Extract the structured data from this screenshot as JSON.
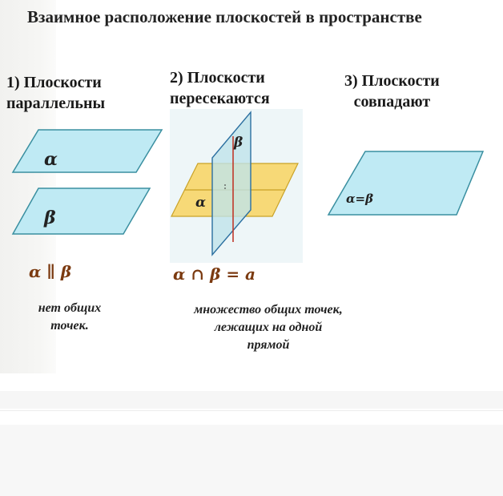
{
  "title": "Взаимное расположение плоскостей в пространстве",
  "cases": [
    {
      "heading": "1) Плоскости\nпараллельны",
      "plane_labels": [
        "α",
        "β"
      ],
      "relation": "α ∥ β",
      "note": "нет общих\nточек."
    },
    {
      "heading": "2) Плоскости\nпересекаются",
      "plane_labels": [
        "β",
        "α"
      ],
      "relation": "α ∩ β = a",
      "note": "множество общих точек,\nлежащих на одной\nпрямой"
    },
    {
      "heading": "3) Плоскости\nсовпадают",
      "plane_label": "α=β"
    }
  ],
  "colors": {
    "plane_fill": "#bfeaf4",
    "plane_stroke": "#3a8fa0",
    "horizontal_plane": "#f7d977",
    "vertical_plane": "#bfe3ea",
    "intersection_line": "#c0392b",
    "relation_text": "#7b3a10"
  }
}
